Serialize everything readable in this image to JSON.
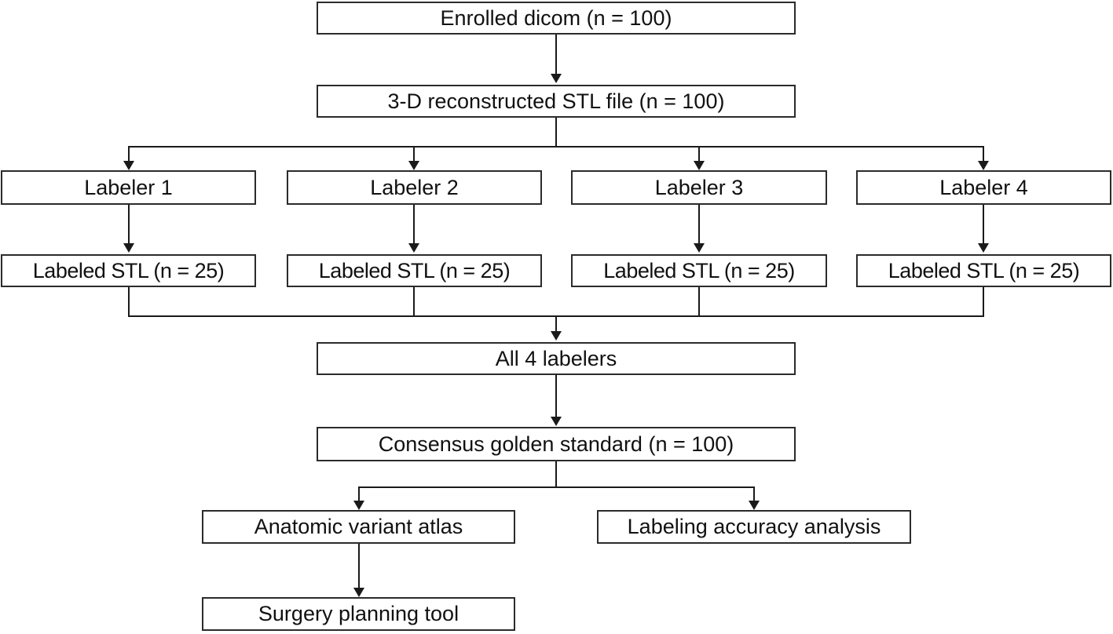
{
  "diagram": {
    "title": "Study workflow flowchart",
    "line_color": "#1a1a1a",
    "box_border_color": "#2b2b2b",
    "background": "#ffffff",
    "nodes": {
      "enrolled": "Enrolled dicom (n = 100)",
      "reconstructed": "3-D reconstructed STL file (n = 100)",
      "labeler1": "Labeler 1",
      "labeler2": "Labeler 2",
      "labeler3": "Labeler 3",
      "labeler4": "Labeler 4",
      "labeled_stl1": "Labeled STL (n = 25)",
      "labeled_stl2": "Labeled STL (n = 25)",
      "labeled_stl3": "Labeled STL (n = 25)",
      "labeled_stl4": "Labeled STL (n = 25)",
      "all_labelers": "All 4 labelers",
      "consensus": "Consensus golden standard (n = 100)",
      "atlas": "Anatomic variant atlas",
      "accuracy": "Labeling accuracy analysis",
      "surgery_tool": "Surgery planning tool"
    }
  }
}
